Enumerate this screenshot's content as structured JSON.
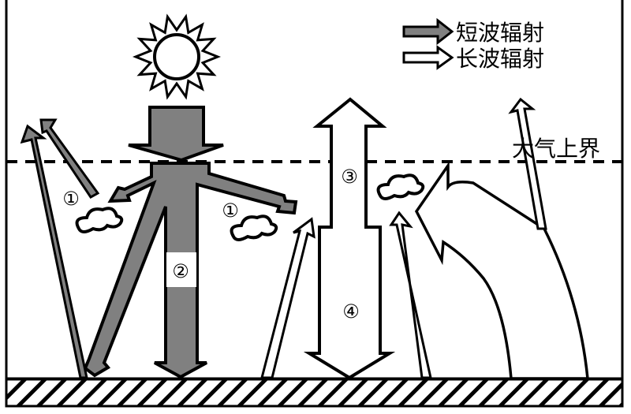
{
  "colors": {
    "shortwave": "#808080",
    "longwave": "#ffffff",
    "stroke": "#000000"
  },
  "legend": {
    "shortwave": "短波辐射",
    "longwave": "长波辐射"
  },
  "boundary_label": "大气上界",
  "labels": {
    "one_left": "①",
    "one_right": "①",
    "two": "②",
    "three": "③",
    "four": "④"
  }
}
